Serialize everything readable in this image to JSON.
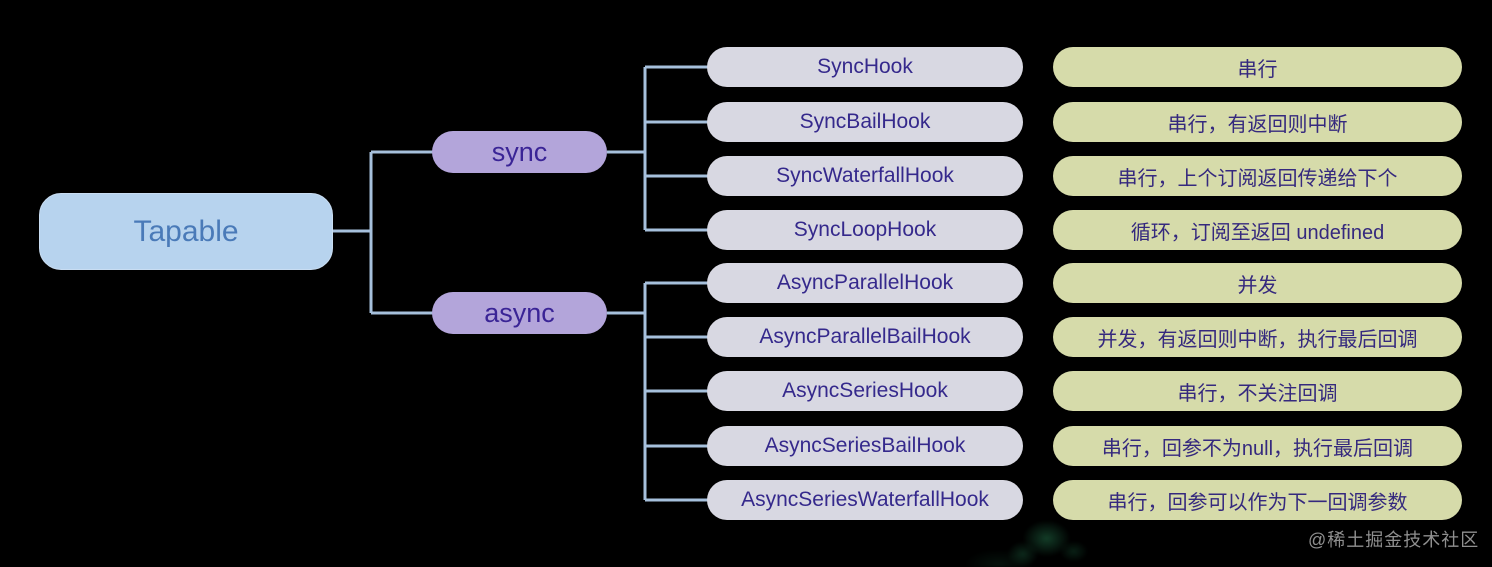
{
  "root": {
    "label": "Tapable"
  },
  "branches": [
    {
      "label": "sync",
      "children": [
        {
          "hook": "SyncHook",
          "desc": "串行"
        },
        {
          "hook": "SyncBailHook",
          "desc": "串行，有返回则中断"
        },
        {
          "hook": "SyncWaterfallHook",
          "desc": "串行，上个订阅返回传递给下个"
        },
        {
          "hook": "SyncLoopHook",
          "desc": "循环，订阅至返回 undefined"
        }
      ]
    },
    {
      "label": "async",
      "children": [
        {
          "hook": "AsyncParallelHook",
          "desc": "并发"
        },
        {
          "hook": "AsyncParallelBailHook",
          "desc": "并发，有返回则中断，执行最后回调"
        },
        {
          "hook": "AsyncSeriesHook",
          "desc": "串行，不关注回调"
        },
        {
          "hook": "AsyncSeriesBailHook",
          "desc": "串行，回参不为null，执行最后回调"
        },
        {
          "hook": "AsyncSeriesWaterfallHook",
          "desc": "串行，回参可以作为下一回调参数"
        }
      ]
    }
  ],
  "watermark": "@稀土掘金技术社区",
  "colors": {
    "background": "#000000",
    "root_fill": "#b7d3ee",
    "root_text": "#4a7ab8",
    "branch_fill": "#b3a5da",
    "branch_text": "#3a2496",
    "hook_fill": "#d8d8e2",
    "hook_text": "#35298c",
    "desc_fill": "#d6dbaa",
    "desc_text": "#35297e",
    "connector_line": "#a6c0dc",
    "watermark_text": "#8f8f8f"
  }
}
